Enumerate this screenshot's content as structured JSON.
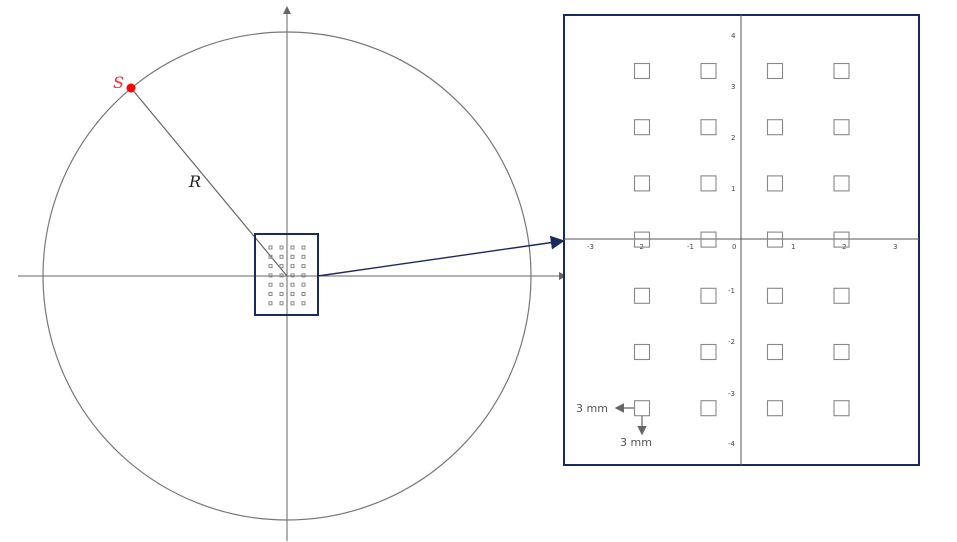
{
  "labels": {
    "source_point": "S",
    "radius": "R",
    "spacing_horizontal": "3 mm",
    "spacing_vertical": "3 mm"
  },
  "zoom_axes": {
    "x_ticks": [
      "-3",
      "-2",
      "-1",
      "0",
      "1",
      "2",
      "3"
    ],
    "y_ticks": [
      "4",
      "3",
      "2",
      "1",
      "-1",
      "-2",
      "-3",
      "-4"
    ]
  },
  "grid": {
    "columns": 4,
    "rows": 7
  },
  "colors": {
    "source_point": "#ff0000",
    "frame": "#1a2a5e",
    "lines": "#666666",
    "squares": "#888888"
  }
}
